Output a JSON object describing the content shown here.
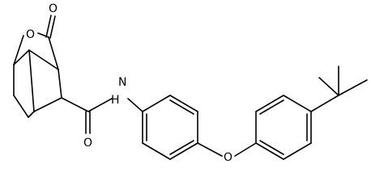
{
  "diagram": {
    "type": "chemical-structure",
    "atom_labels": {
      "lactone_ring_oxygen": "O",
      "lactone_carbonyl_oxygen": "O",
      "amide_nitrogen": "N",
      "amide_hydrogen": "H",
      "amide_carbonyl_oxygen": "O",
      "ether_oxygen": "O"
    },
    "colors": {
      "bond": "#000000",
      "label": "#000000",
      "background": "#ffffff"
    }
  }
}
